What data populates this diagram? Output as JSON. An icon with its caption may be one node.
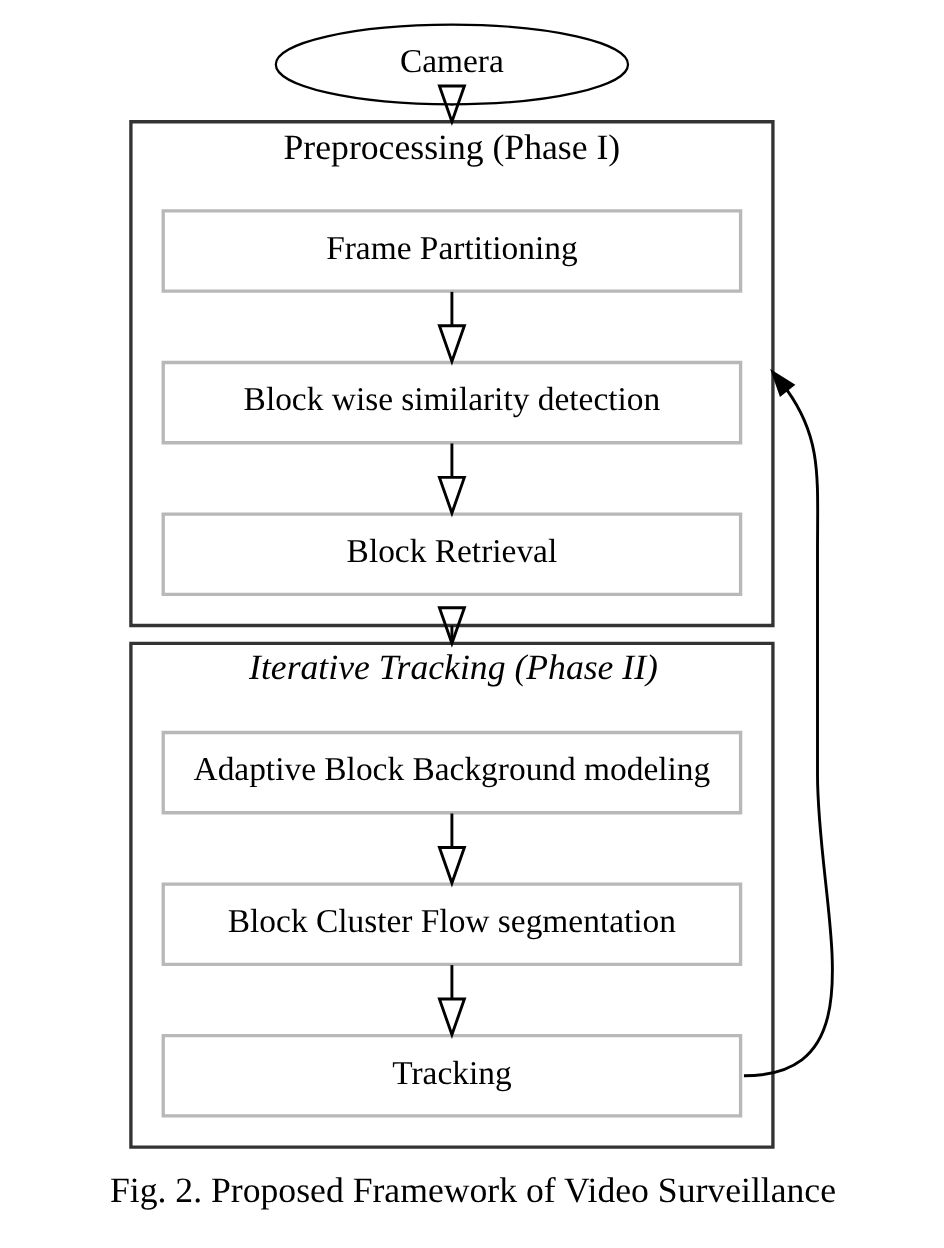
{
  "diagram": {
    "caption": "Fig. 2. Proposed Framework of Video Surveillance",
    "nodes": [
      {
        "text": [
          "Camera"
        ]
      },
      {
        "text": [
          "Preprocessing (Phase I)"
        ]
      },
      {
        "text": [
          "Frame Partitioning"
        ],
        "in": 1
      },
      {
        "text": [
          "Block wise similarity detection"
        ],
        "in": 1
      },
      {
        "text": [
          "Block Retrieval"
        ],
        "in": 1
      },
      {
        "text": [
          "Iterative Tracking (Phase II)"
        ]
      },
      {
        "text": [
          "Adaptive Block Background modeling"
        ],
        "in": 5
      },
      {
        "text": [
          "Block Cluster Flow segmentation"
        ],
        "in": 5
      },
      {
        "text": [
          "Tracking"
        ],
        "in": 5
      }
    ],
    "edges": [
      {
        "from": 0,
        "to": 1,
        "arrow": "to"
      },
      {
        "from": 2,
        "to": 3,
        "arrow": "to"
      },
      {
        "from": 3,
        "to": 4,
        "arrow": "to"
      },
      {
        "from": 1,
        "to": 5,
        "arrow": "to"
      },
      {
        "from": 6,
        "to": 7,
        "arrow": "to"
      },
      {
        "from": 7,
        "to": 8,
        "arrow": "to"
      },
      {
        "from": 8,
        "to": 1,
        "arrow": "to"
      }
    ]
  }
}
